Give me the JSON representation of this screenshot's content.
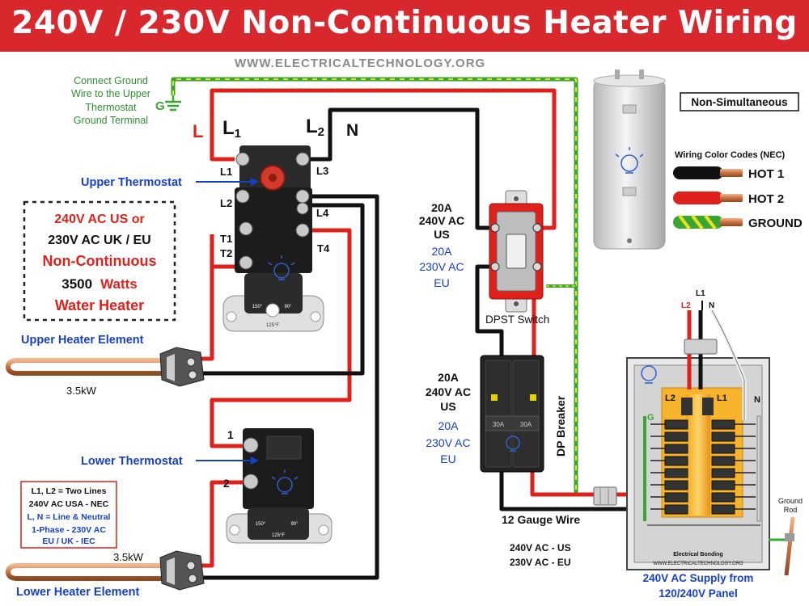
{
  "header": {
    "title": "240V / 230V Non-Continuous Heater Wiring",
    "website": "WWW.ELECTRICALTECHNOLOGY.ORG"
  },
  "ground_note": {
    "lines": [
      "Connect Ground",
      "Wire to the Upper",
      "Thermostat",
      "Ground Terminal"
    ],
    "symbol": "G"
  },
  "line_labels": {
    "l": "L",
    "l1": "L",
    "l1_sub": "1",
    "l2": "L",
    "l2_sub": "2",
    "n": "N"
  },
  "upper_thermostat": {
    "label": "Upper Thermostat",
    "terminals": [
      "L1",
      "L3",
      "L2",
      "L4",
      "T1",
      "T2",
      "T4"
    ],
    "dial_left": "150°",
    "dial_right": "90°",
    "dial_mid": "125°F"
  },
  "lower_thermostat": {
    "label": "Lower Thermostat",
    "terminals": [
      "1",
      "2"
    ],
    "dial_left": "150°",
    "dial_right": "90°",
    "dial_mid": "125°F"
  },
  "spec_box": {
    "line1": "240V AC US or",
    "line2": "230V AC UK / EU",
    "line3": "Non-Continuous",
    "line4_num": "3500",
    "line4_unit": "Watts",
    "line5": "Water Heater"
  },
  "upper_element": {
    "label": "Upper Heater Element",
    "rating": "3.5kW"
  },
  "lower_element": {
    "label": "Lower Heater Element",
    "rating": "3.5kW"
  },
  "legend_box": {
    "line1": "L1, L2 = Two Lines",
    "line2": "240V AC  USA - NEC",
    "line3": "L, N = Line & Neutral",
    "line4": "1-Phase - 230V AC",
    "line5": "EU / UK - IEC"
  },
  "switch": {
    "rating_us": [
      "20A",
      "240V AC",
      "US"
    ],
    "rating_eu": [
      "20A",
      "230V AC",
      "EU"
    ],
    "label": "DPST Switch"
  },
  "breaker": {
    "rating_us": [
      "20A",
      "240V AC",
      "US"
    ],
    "rating_eu": [
      "20A",
      "230V AC",
      "EU"
    ],
    "label": "DP Breaker",
    "pole_rating": "30A"
  },
  "wire_note": {
    "gauge": "12 Gauge Wire",
    "us": "240V AC - US",
    "eu": "230V AC - EU"
  },
  "non_simultaneous": "Non-Simultaneous",
  "color_codes": {
    "title": "Wiring Color Codes (NEC)",
    "items": [
      {
        "label": "HOT 1",
        "color": "#111111"
      },
      {
        "label": "HOT 2",
        "color": "#e0201b"
      },
      {
        "label": "GROUND",
        "color": "#3aa632"
      }
    ]
  },
  "panel": {
    "l1": "L1",
    "l2": "L2",
    "n": "N",
    "g": "G",
    "inner_l1": "L1",
    "inner_l2": "L2",
    "inner_n": "N",
    "bonding": "Electrical Bonding",
    "website": "WWW.ELECTRICALTECHNOLOGY.ORG",
    "ground_rod": [
      "Ground",
      "Rod"
    ],
    "caption": [
      "240V AC Supply from",
      "120/240V Panel"
    ]
  },
  "colors": {
    "red": "#e0201b",
    "black": "#111111",
    "green": "#3aa632",
    "yellow": "#e8e020",
    "blue": "#1740c8"
  }
}
